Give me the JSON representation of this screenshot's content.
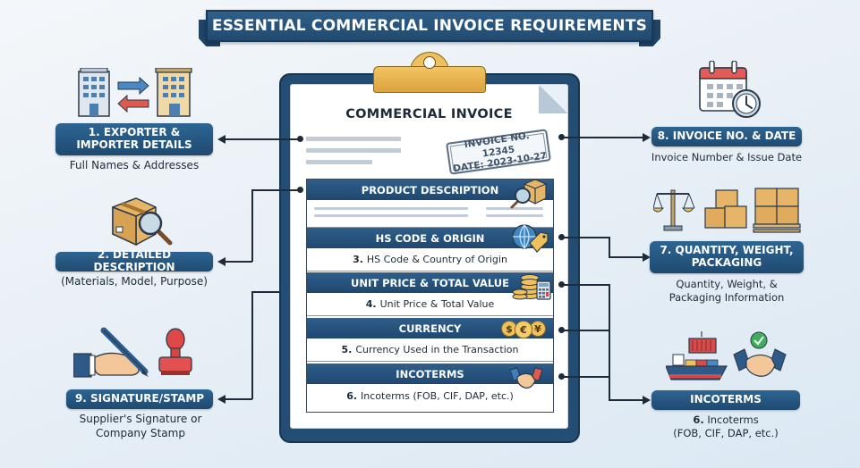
{
  "title": "ESSENTIAL COMMERCIAL INVOICE REQUIREMENTS",
  "document": {
    "title": "COMMERCIAL INVOICE",
    "stamp": {
      "line1": "INVOICE NO. 12345",
      "line2": "DATE: 2023-10-27"
    },
    "sections": [
      {
        "header": "PRODUCT DESCRIPTION",
        "number": "",
        "body": "",
        "icon": "box-magnifier-icon"
      },
      {
        "header": "HS CODE & ORIGIN",
        "number": "3.",
        "body": "HS Code & Country of Origin",
        "icon": "globe-tag-icon"
      },
      {
        "header": "UNIT PRICE & TOTAL VALUE",
        "number": "4.",
        "body": "Unit Price & Total Value",
        "icon": "coins-calculator-icon"
      },
      {
        "header": "CURRENCY",
        "number": "5.",
        "body": "Currency Used in the Transaction",
        "icon": "currency-coins-icon",
        "currency_symbols": [
          "$",
          "€",
          "¥"
        ]
      },
      {
        "header": "INCOTERMS",
        "number": "6.",
        "body": "Incoterms (FOB, CIF, DAP, etc.)",
        "icon": "handshake-icon"
      }
    ]
  },
  "left_items": [
    {
      "label_line1": "1. EXPORTER &",
      "label_line2": "IMPORTER DETAILS",
      "caption": "Full Names & Addresses",
      "icon": "buildings-exchange-icon"
    },
    {
      "label": "2. DETAILED DESCRIPTION",
      "caption": "(Materials, Model, Purpose)",
      "icon": "box-magnifier-icon"
    },
    {
      "label": "9. SIGNATURE/STAMP",
      "caption_line1": "Supplier's Signature or",
      "caption_line2": "Company Stamp",
      "icon": "pen-stamp-icon"
    }
  ],
  "right_items": [
    {
      "label": "8. INVOICE NO. & DATE",
      "caption": "Invoice Number & Issue Date",
      "icon": "calendar-clock-icon"
    },
    {
      "label_line1": "7. QUANTITY, WEIGHT,",
      "label_line2": "PACKAGING",
      "caption_line1": "Quantity, Weight, &",
      "caption_line2": "Packaging Information",
      "icon": "scale-boxes-pallet-icon"
    },
    {
      "label": "INCOTERMS",
      "caption_number": "6.",
      "caption_line1": "Incoterms",
      "caption_line2": "(FOB, CIF, DAP, etc.)",
      "icon": "ship-handshake-icon"
    }
  ],
  "colors": {
    "navy": "#1f4870",
    "board": "#234d73",
    "gold": "#f0c05c",
    "background": "#e9f0f6"
  }
}
